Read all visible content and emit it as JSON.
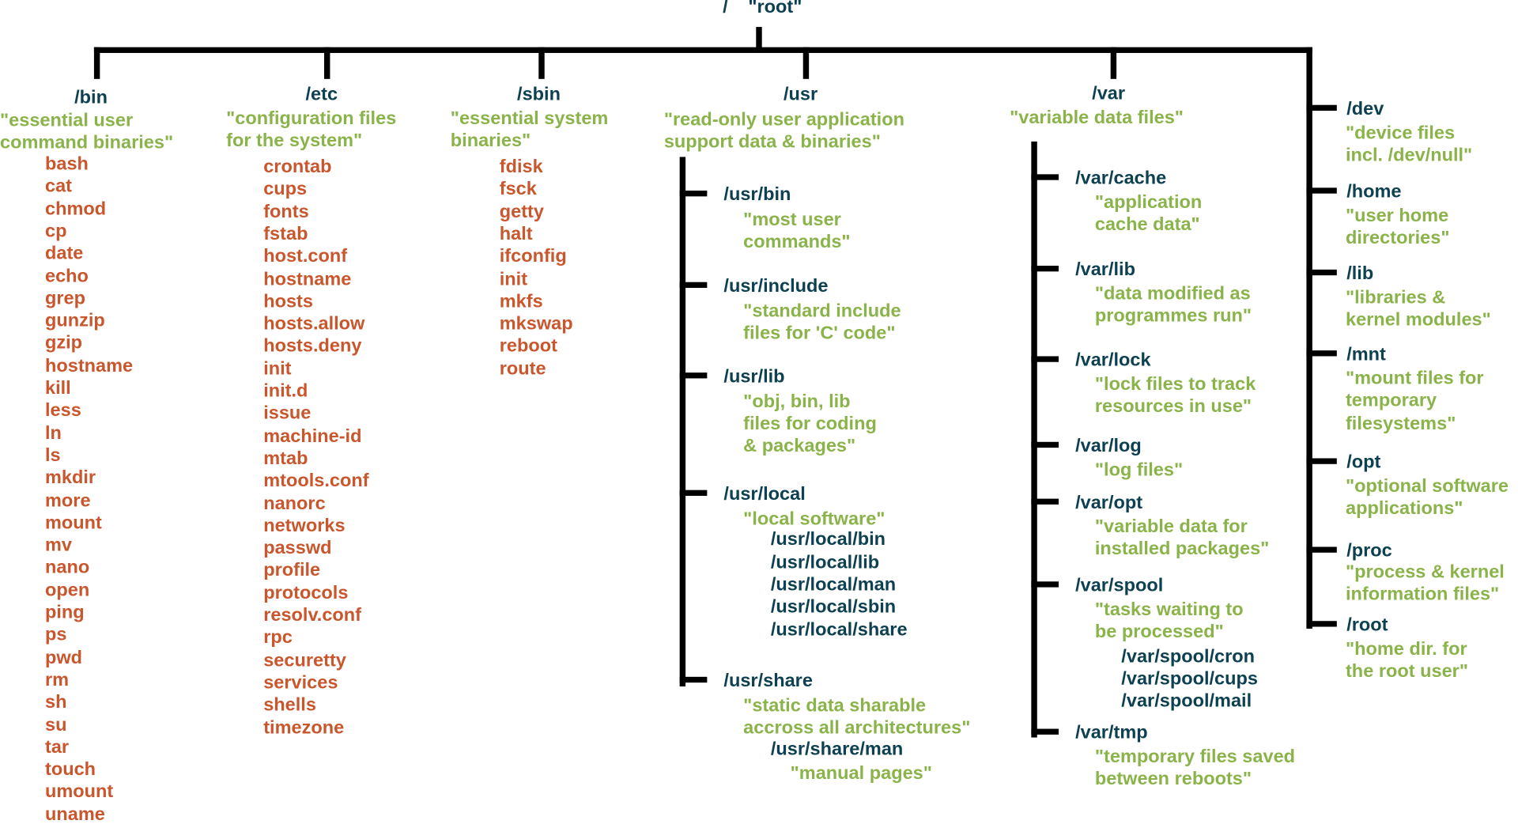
{
  "colors": {
    "directory": "#0d4050",
    "description": "#8ab34a",
    "file": "#c9562c",
    "line": "#000000"
  },
  "root": {
    "path": "/",
    "label": "\"root\""
  },
  "bin": {
    "path": "/bin",
    "desc": [
      "\"essential user",
      "command binaries\""
    ],
    "items": [
      "bash",
      "cat",
      "chmod",
      "cp",
      "date",
      "echo",
      "grep",
      "gunzip",
      "gzip",
      "hostname",
      "kill",
      "less",
      "ln",
      "ls",
      "mkdir",
      "more",
      "mount",
      "mv",
      "nano",
      "open",
      "ping",
      "ps",
      "pwd",
      "rm",
      "sh",
      "su",
      "tar",
      "touch",
      "umount",
      "uname"
    ]
  },
  "etc": {
    "path": "/etc",
    "desc": [
      "\"configuration files",
      "for the system\""
    ],
    "items": [
      "crontab",
      "cups",
      "fonts",
      "fstab",
      "host.conf",
      "hostname",
      "hosts",
      "hosts.allow",
      "hosts.deny",
      "init",
      "init.d",
      "issue",
      "machine-id",
      "mtab",
      "mtools.conf",
      "nanorc",
      "networks",
      "passwd",
      "profile",
      "protocols",
      "resolv.conf",
      "rpc",
      "securetty",
      "services",
      "shells",
      "timezone"
    ]
  },
  "sbin": {
    "path": "/sbin",
    "desc": [
      "\"essential system",
      "binaries\""
    ],
    "items": [
      "fdisk",
      "fsck",
      "getty",
      "halt",
      "ifconfig",
      "init",
      "mkfs",
      "mkswap",
      "reboot",
      "route"
    ]
  },
  "usr": {
    "path": "/usr",
    "desc": [
      "\"read-only user application",
      "support data & binaries\""
    ],
    "children": [
      {
        "path": "/usr/bin",
        "desc": [
          "\"most user",
          "commands\""
        ],
        "subdirs": []
      },
      {
        "path": "/usr/include",
        "desc": [
          "\"standard include",
          "files for 'C' code\""
        ],
        "subdirs": []
      },
      {
        "path": "/usr/lib",
        "desc": [
          "\"obj, bin, lib",
          "files for coding",
          "& packages\""
        ],
        "subdirs": []
      },
      {
        "path": "/usr/local",
        "desc": [
          "\"local software\""
        ],
        "subdirs": [
          "/usr/local/bin",
          "/usr/local/lib",
          "/usr/local/man",
          "/usr/local/sbin",
          "/usr/local/share"
        ]
      },
      {
        "path": "/usr/share",
        "desc": [
          "\"static data sharable",
          "accross all architectures\""
        ],
        "subdirs": [
          "/usr/share/man"
        ],
        "subdir_desc": "\"manual pages\""
      }
    ]
  },
  "var": {
    "path": "/var",
    "desc": [
      "\"variable data files\""
    ],
    "children": [
      {
        "path": "/var/cache",
        "desc": [
          "\"application",
          "cache data\""
        ],
        "subdirs": []
      },
      {
        "path": "/var/lib",
        "desc": [
          "\"data modified as",
          "programmes run\""
        ],
        "subdirs": []
      },
      {
        "path": "/var/lock",
        "desc": [
          "\"lock files to track",
          "resources in use\""
        ],
        "subdirs": []
      },
      {
        "path": "/var/log",
        "desc": [
          "\"log files\""
        ],
        "subdirs": []
      },
      {
        "path": "/var/opt",
        "desc": [
          "\"variable data for",
          "installed packages\""
        ],
        "subdirs": []
      },
      {
        "path": "/var/spool",
        "desc": [
          "\"tasks waiting to",
          "be processed\""
        ],
        "subdirs": [
          "/var/spool/cron",
          "/var/spool/cups",
          "/var/spool/mail"
        ]
      },
      {
        "path": "/var/tmp",
        "desc": [
          "\"temporary files saved",
          "between reboots\""
        ],
        "subdirs": []
      }
    ]
  },
  "others": [
    {
      "path": "/dev",
      "desc": [
        "\"device files",
        "incl. /dev/null\""
      ]
    },
    {
      "path": "/home",
      "desc": [
        "\"user home",
        "directories\""
      ]
    },
    {
      "path": "/lib",
      "desc": [
        "\"libraries &",
        "kernel modules\""
      ]
    },
    {
      "path": "/mnt",
      "desc": [
        "\"mount files for",
        "temporary",
        "filesystems\""
      ]
    },
    {
      "path": "/opt",
      "desc": [
        "\"optional software",
        "applications\""
      ]
    },
    {
      "path": "/proc",
      "desc": [
        "\"process & kernel",
        "information files\""
      ]
    },
    {
      "path": "/root",
      "desc": [
        "\"home dir. for",
        "the root user\""
      ]
    }
  ]
}
